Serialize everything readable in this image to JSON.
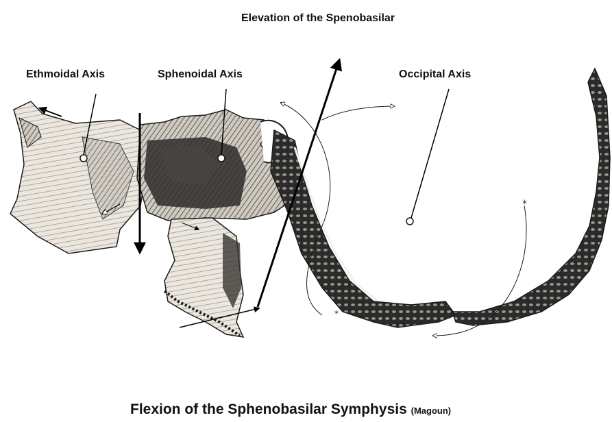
{
  "labels": {
    "top_title": "Elevation of the Spenobasilar",
    "ethmoidal_axis": "Ethmoidal Axis",
    "sphenoidal_axis": "Sphenoidal Axis",
    "occipital_axis": "Occipital Axis"
  },
  "caption": {
    "main": "Flexion of the Sphenobasilar Symphysis",
    "source": "(Magoun)"
  },
  "colors": {
    "bone_dark": "#2b2b2b",
    "bone_light": "#f3f1ec",
    "outline": "#1a1a1a",
    "arrow": "#000000"
  }
}
